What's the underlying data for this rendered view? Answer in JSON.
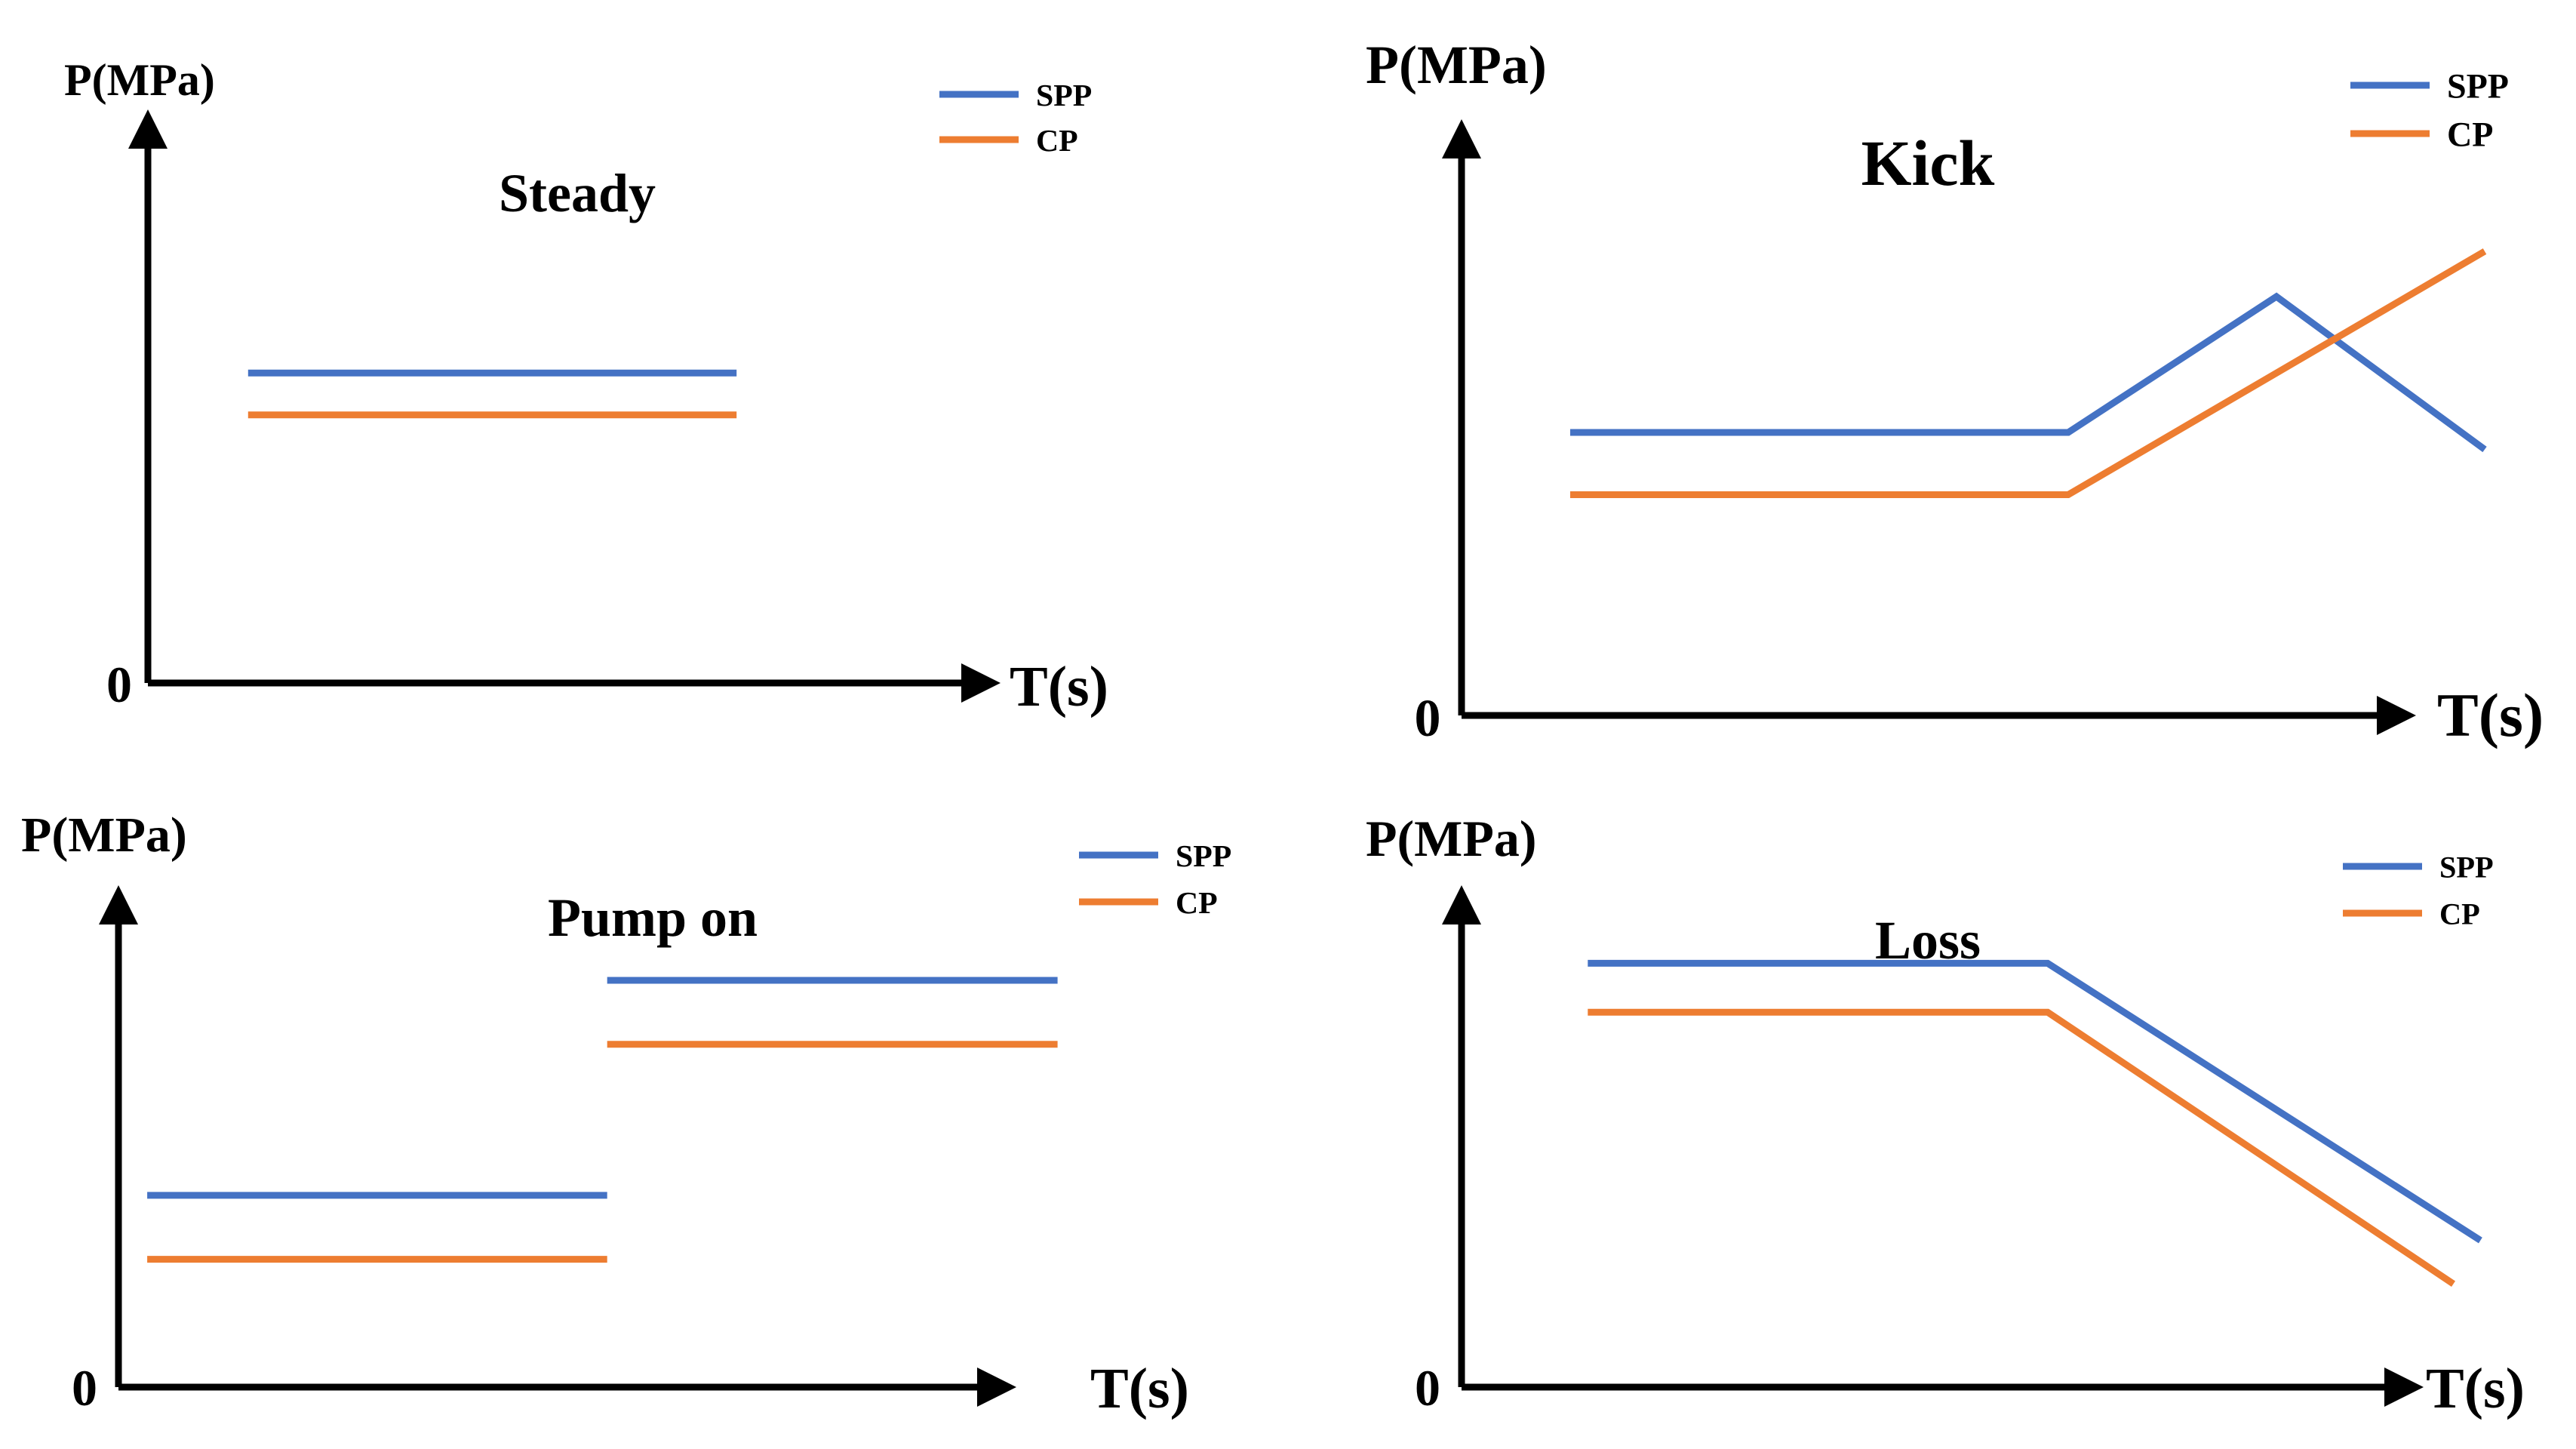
{
  "colors": {
    "SPP": "#4472C4",
    "CP": "#ED7D31",
    "axis": "#000000"
  },
  "chart_data": [
    {
      "type": "line",
      "title": "Steady",
      "ylabel": "P(MPa)",
      "xlabel": "T(s)",
      "origin_label": "0",
      "xlim": [
        0,
        10
      ],
      "ylim": [
        0,
        10
      ],
      "legend": "top-right",
      "series": [
        {
          "name": "SPP",
          "segments": [
            {
              "x": [
                1.6,
                9.4
              ],
              "y": [
                7.4,
                7.4
              ]
            }
          ]
        },
        {
          "name": "CP",
          "segments": [
            {
              "x": [
                1.6,
                9.4
              ],
              "y": [
                6.4,
                6.4
              ]
            }
          ]
        }
      ]
    },
    {
      "type": "line",
      "title": "Kick",
      "ylabel": "P(MPa)",
      "xlabel": "T(s)",
      "origin_label": "0",
      "xlim": [
        0,
        10
      ],
      "ylim": [
        0,
        10
      ],
      "legend": "top-right",
      "series": [
        {
          "name": "SPP",
          "segments": [
            {
              "x": [
                1.2,
                6.7,
                9.0,
                11.3
              ],
              "y": [
                5.0,
                5.0,
                7.4,
                4.7
              ]
            }
          ]
        },
        {
          "name": "CP",
          "segments": [
            {
              "x": [
                1.2,
                6.7,
                11.3
              ],
              "y": [
                3.9,
                3.9,
                8.2
              ]
            }
          ]
        }
      ]
    },
    {
      "type": "line",
      "title": "Pump on",
      "ylabel": "P(MPa)",
      "xlabel": "T(s)",
      "origin_label": "0",
      "xlim": [
        0,
        10
      ],
      "ylim": [
        0,
        10
      ],
      "legend": "top-right",
      "series": [
        {
          "name": "SPP",
          "segments": [
            {
              "x": [
                0.3,
                5.1
              ],
              "y": [
                3.3,
                3.3
              ]
            },
            {
              "x": [
                5.1,
                9.8
              ],
              "y": [
                7.0,
                7.0
              ]
            }
          ]
        },
        {
          "name": "CP",
          "segments": [
            {
              "x": [
                0.3,
                5.1
              ],
              "y": [
                2.2,
                2.2
              ]
            },
            {
              "x": [
                5.1,
                9.8
              ],
              "y": [
                5.9,
                5.9
              ]
            }
          ]
        }
      ]
    },
    {
      "type": "line",
      "title": "Loss",
      "ylabel": "P(MPa)",
      "xlabel": "T(s)",
      "origin_label": "0",
      "xlim": [
        0,
        10
      ],
      "ylim": [
        0,
        10
      ],
      "legend": "top-right",
      "series": [
        {
          "name": "SPP",
          "segments": [
            {
              "x": [
                1.4,
                6.5,
                11.3
              ],
              "y": [
                7.8,
                7.8,
                2.7
              ]
            }
          ]
        },
        {
          "name": "CP",
          "segments": [
            {
              "x": [
                1.4,
                6.5,
                11.0
              ],
              "y": [
                6.9,
                6.9,
                1.9
              ]
            }
          ]
        }
      ]
    }
  ]
}
